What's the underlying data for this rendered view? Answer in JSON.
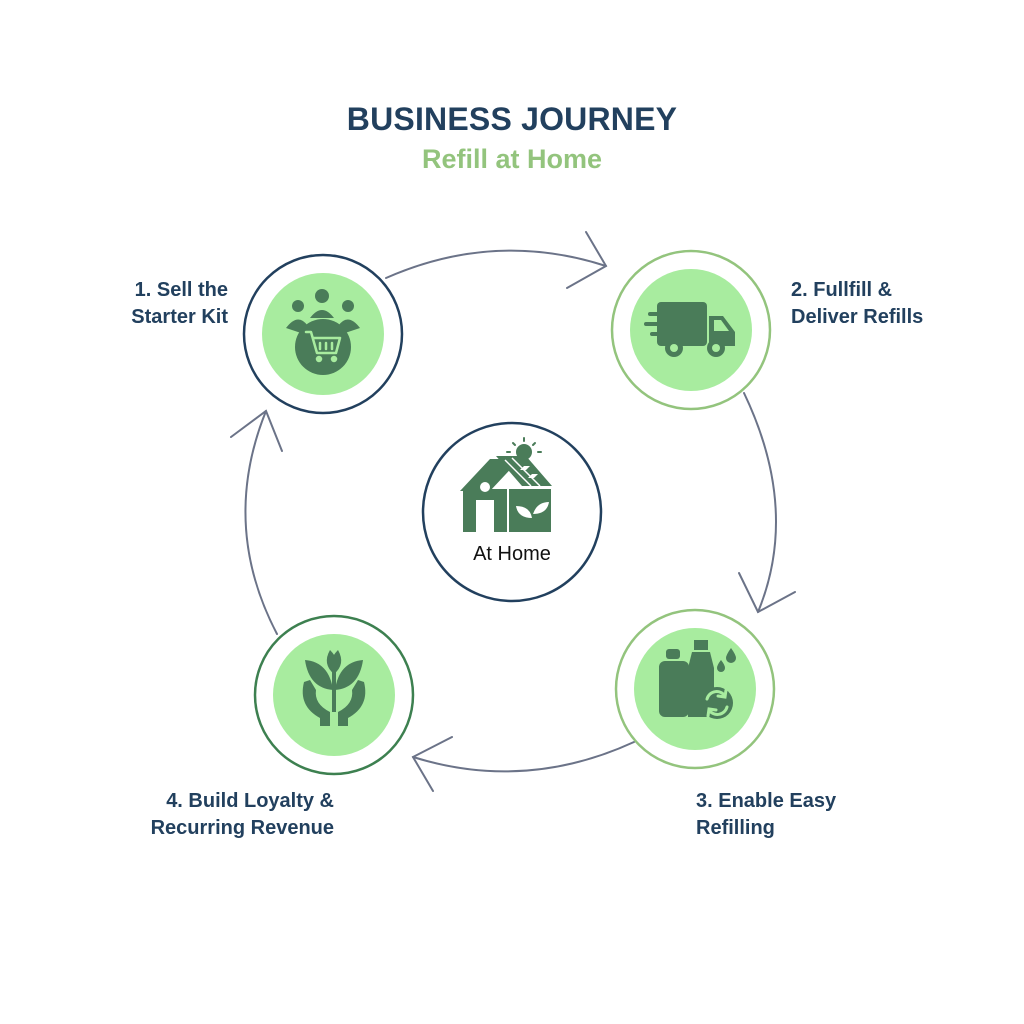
{
  "header": {
    "title": "BUSINESS JOURNEY",
    "subtitle": "Refill at Home"
  },
  "center": {
    "label": "At Home",
    "icon": "solar-house-icon"
  },
  "steps": [
    {
      "line1": "1. Sell the",
      "line2": "Starter Kit",
      "icon": "customers-cart-icon"
    },
    {
      "line1": "2. Fullfill &",
      "line2": "Deliver Refills",
      "icon": "delivery-truck-icon"
    },
    {
      "line1": "3. Enable Easy",
      "line2": "Refilling",
      "icon": "refill-bottles-icon"
    },
    {
      "line1": "4. Build Loyalty &",
      "line2": "Recurring Revenue",
      "icon": "hands-plant-icon"
    }
  ],
  "colors": {
    "title": "#22405e",
    "subtitle": "#93c47d",
    "icon_fill": "#4a7c59",
    "circle_fill": "#a8ec9f",
    "arrow": "#6b7388"
  }
}
